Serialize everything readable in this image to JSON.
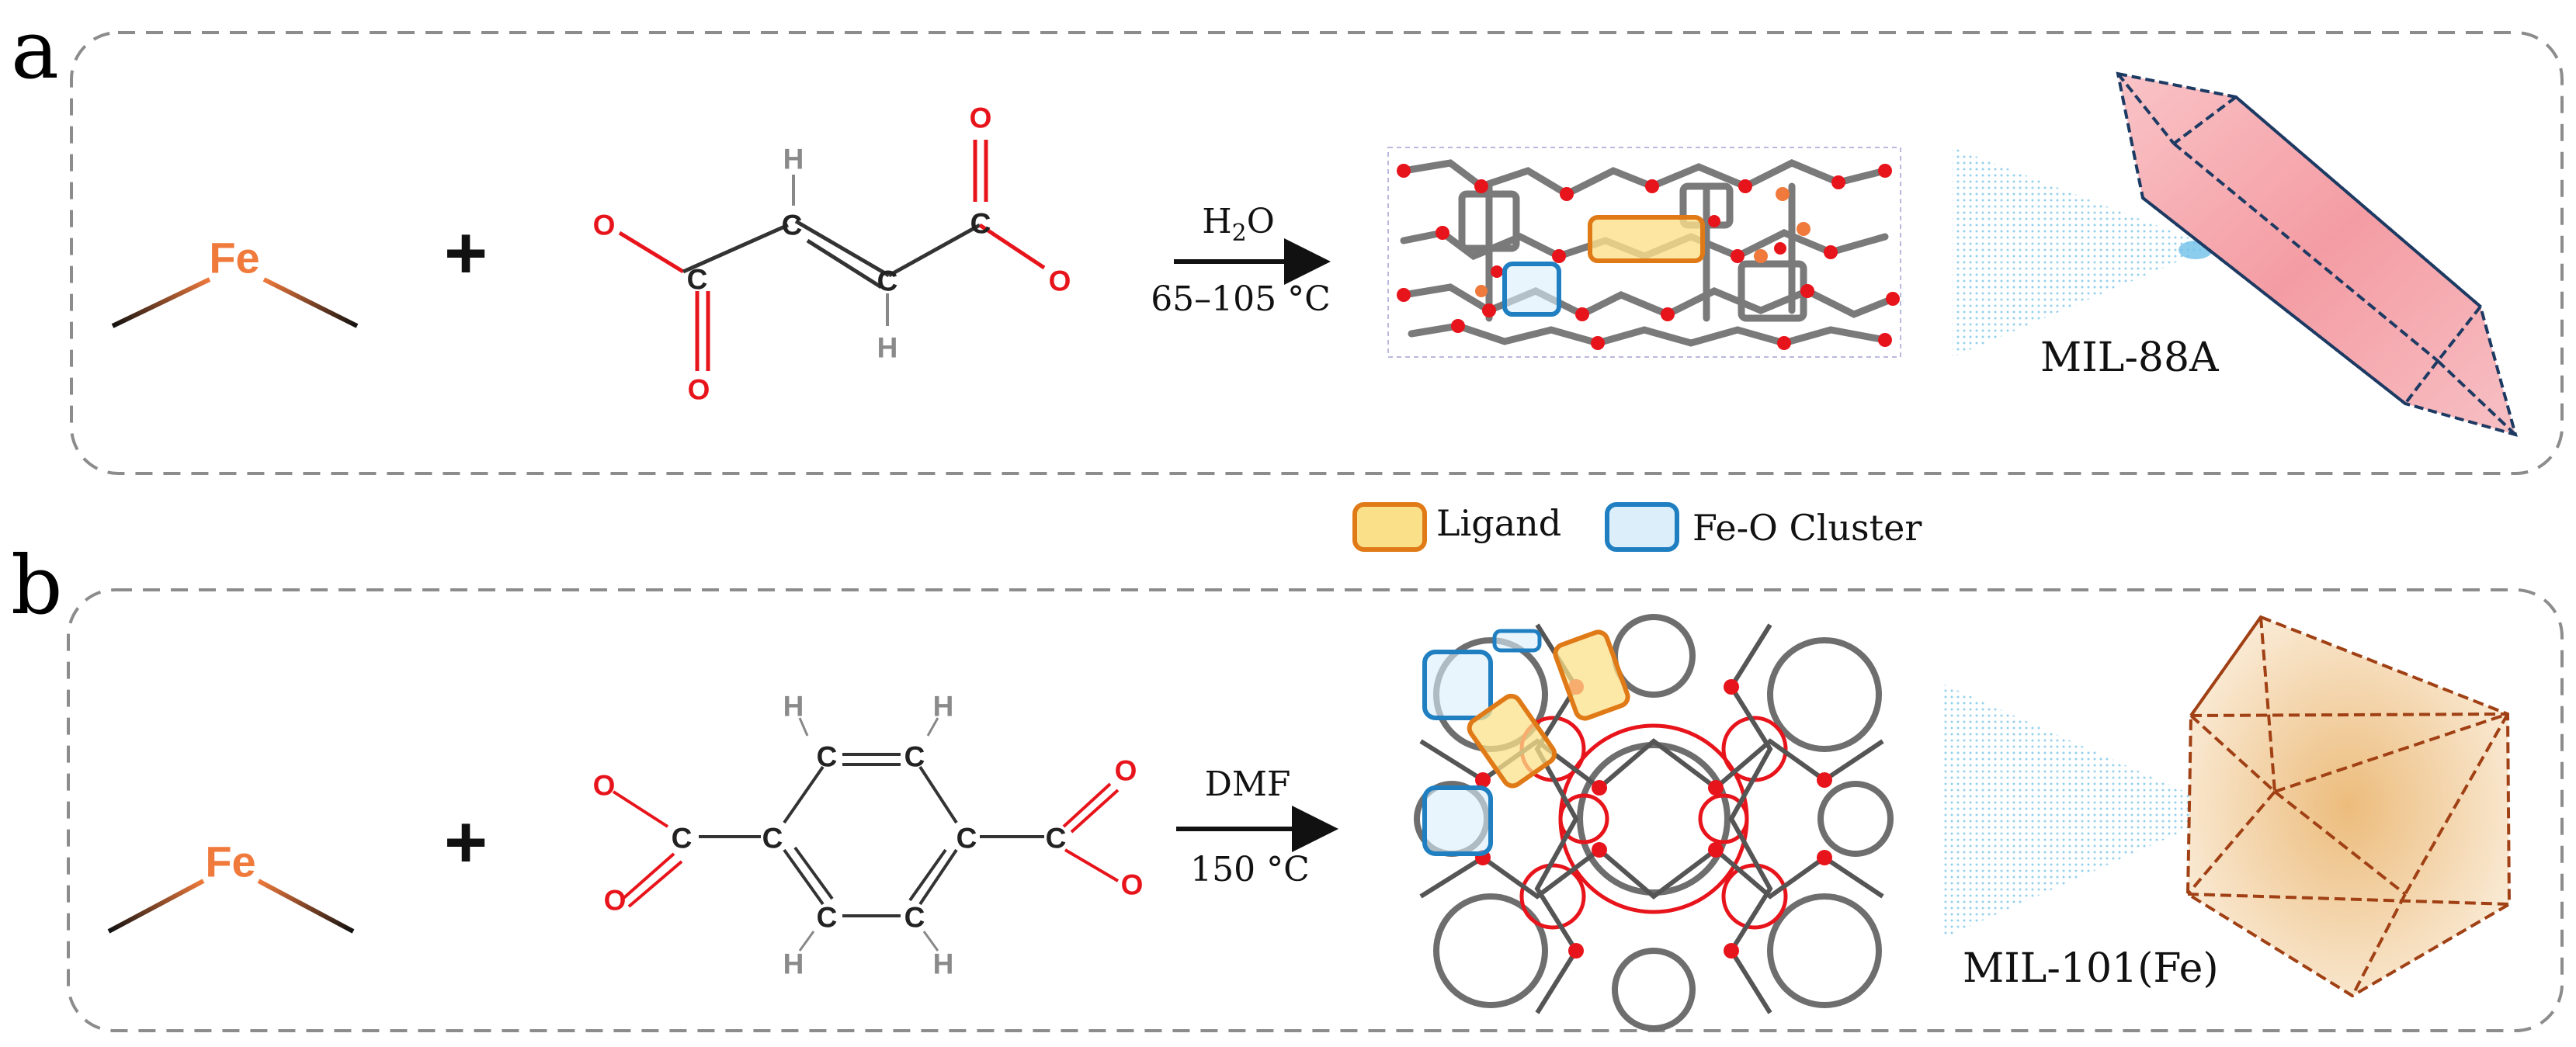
{
  "panels": {
    "a": {
      "letter": "a",
      "metal_symbol": "Fe",
      "plus": "+",
      "solvent_base": "H",
      "solvent_sub": "2",
      "solvent_tail": "O",
      "temperature": "65–105 °C",
      "product_name": "MIL-88A",
      "ligand_atoms": {
        "O": "O",
        "C": "C",
        "H": "H"
      }
    },
    "b": {
      "letter": "b",
      "metal_symbol": "Fe",
      "plus": "+",
      "solvent": "DMF",
      "temperature": "150 °C",
      "product_name": "MIL-101(Fe)",
      "ligand_atoms": {
        "O": "O",
        "C": "C",
        "H": "H"
      }
    }
  },
  "legend": {
    "ligand_label": "Ligand",
    "cluster_label": "Fe-O Cluster"
  },
  "colors": {
    "iron": "#f07a3c",
    "oxygen": "#e8141b",
    "carbon": "#333333",
    "hydrogen": "#8a8a8a",
    "ligand_box_stroke": "#e07a17",
    "ligand_box_fill": "#fbe08a",
    "cluster_box_stroke": "#1f7fc1",
    "cluster_box_fill": "#dbeefa",
    "mil88a_crystal": "#f5a9ae",
    "mil101_crystal": "#f3d19c"
  }
}
